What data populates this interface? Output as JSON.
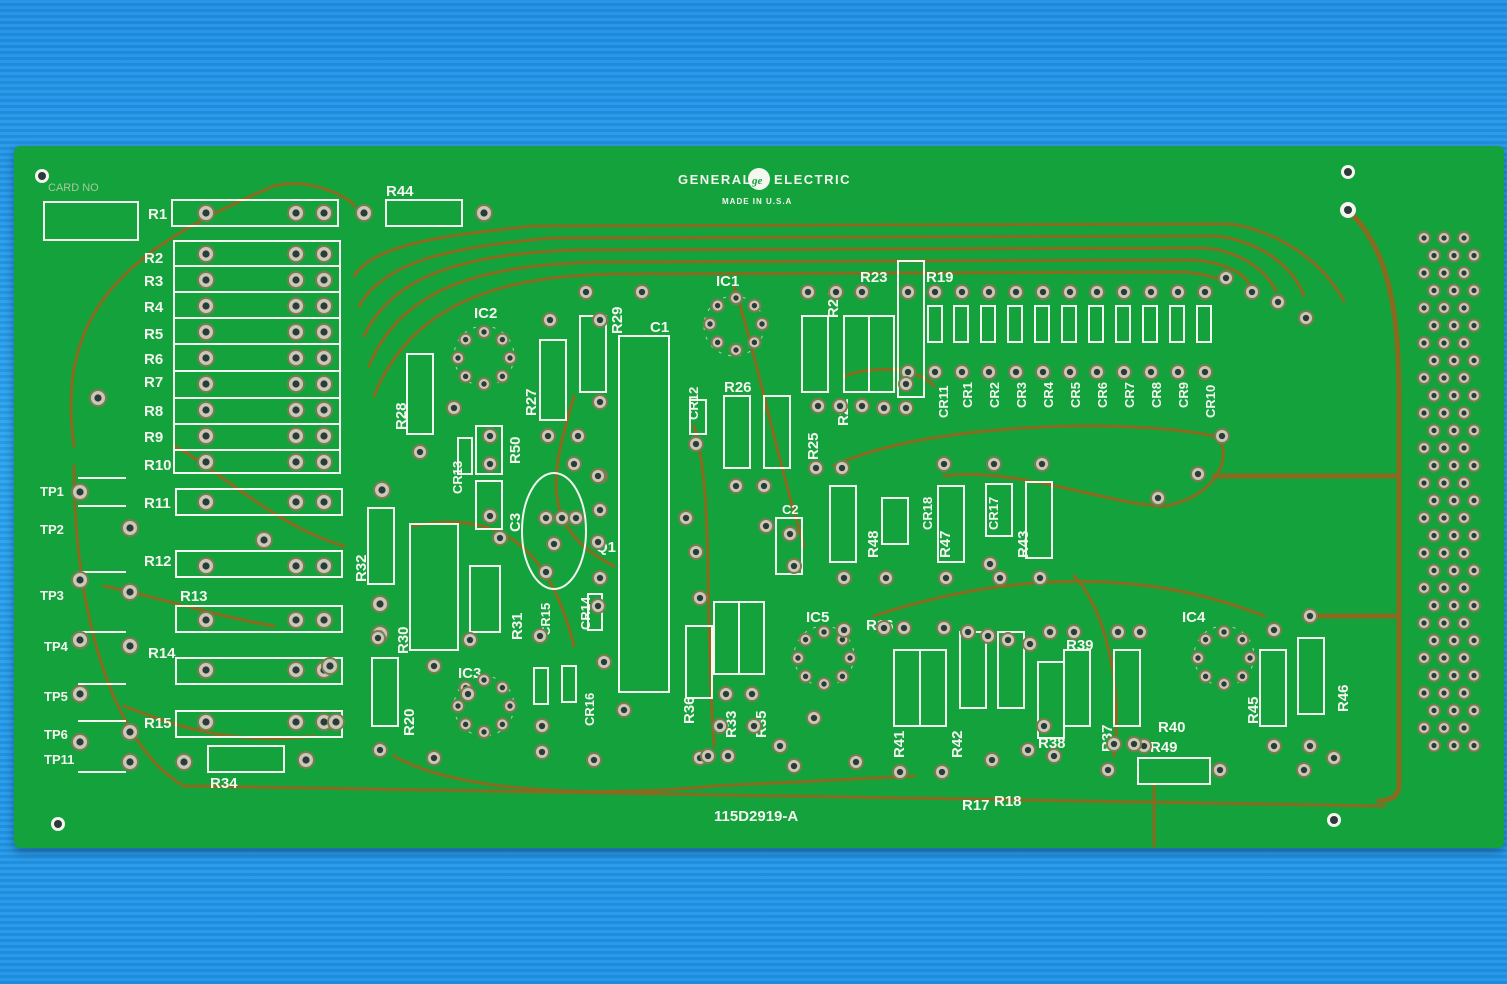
{
  "board": {
    "maker_line1_left": "GENERAL",
    "maker_line1_right": "ELECTRIC",
    "maker_line2": "MADE IN U.S.A",
    "logo_icon": "ge-monogram-icon",
    "part_number": "115D2919-A",
    "card_label": "CARD NO"
  },
  "labels": {
    "resistors_left": [
      "R1",
      "R2",
      "R3",
      "R4",
      "R5",
      "R6",
      "R7",
      "R8",
      "R9",
      "R10",
      "R11",
      "R12",
      "R13",
      "R14",
      "R15"
    ],
    "test_points": [
      "TP1",
      "TP2",
      "TP3",
      "TP4",
      "TP5",
      "TP6",
      "TP11"
    ],
    "r44": "R44",
    "r34": "R34",
    "ic1": "IC1",
    "ic2": "IC2",
    "ic3": "IC3",
    "ic4": "IC4",
    "ic5": "IC5",
    "c1": "C1",
    "c2": "C2",
    "c3": "C3",
    "q1": "Q1",
    "r19": "R19",
    "r20": "R20",
    "r22": "R22",
    "r23": "R23",
    "r24": "R24",
    "r25": "R25",
    "r26": "R26",
    "r27": "R27",
    "r28": "R28",
    "r29": "R29",
    "r30": "R30",
    "r31": "R31",
    "r32": "R32",
    "r33": "R33",
    "r35": "R35",
    "r36": "R36",
    "r37": "R37",
    "r38": "R38",
    "r39": "R39",
    "r40": "R40",
    "r41": "R41",
    "r42": "R42",
    "r43": "R43",
    "r45": "R45",
    "r46": "R46",
    "r47": "R47",
    "r48": "R48",
    "r49": "R49",
    "r50": "R50",
    "r16": "R16",
    "r17": "R17",
    "r18": "R18",
    "cr_row": [
      "CR11",
      "CR1",
      "CR2",
      "CR3",
      "CR4",
      "CR5",
      "CR6",
      "CR7",
      "CR8",
      "CR9",
      "CR10"
    ],
    "cr12": "CR12",
    "cr13": "CR13",
    "cr14": "CR14",
    "cr15": "CR15",
    "cr16": "CR16",
    "cr17": "CR17",
    "cr18": "CR18"
  },
  "colors": {
    "background": "#1f8fe6",
    "soldermask": "#14a23c",
    "copper": "#8a6a1e",
    "silkscreen": "#f4f6f0"
  }
}
